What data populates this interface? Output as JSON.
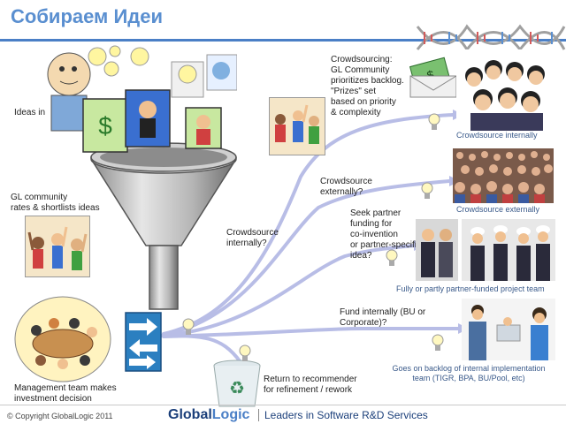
{
  "title": "Собираем Идеи",
  "labels": {
    "ideas_in": "Ideas in",
    "gl_community": "GL community\nrates & shortlists ideas",
    "management": "Management team makes\ninvestment decision",
    "crowdsourcing": "Crowdsourcing:\nGL Community\nprioritizes backlog.\n\"Prizes\" set\nbased on priority\n& complexity",
    "crowdsource_external_q": "Crowdsource\nexternally?",
    "seek_partner": "Seek partner\nfunding for\nco-invention\nor partner-specific\nidea?",
    "crowdsource_internal_q": "Crowdsource\ninternally?",
    "fund_internally": "Fund internally (BU or\nCorporate)?",
    "return": "Return to recommender\nfor refinement / rework"
  },
  "captions": {
    "crowdsource_internally": "Crowdsource internally",
    "crowdsource_externally": "Crowdsource externally",
    "partner_funded": "Fully or partly partner-funded project team",
    "backlog": "Goes on backlog of internal implementation\nteam (TIGR, BPA, BU/Pool, etc)"
  },
  "footer": {
    "copyright": "© Copyright GlobalLogic 2011",
    "logo_part1": "Global",
    "logo_part2": "Logic",
    "tagline": "Leaders in Software R&D Services"
  },
  "colors": {
    "accent": "#4a7fc6",
    "arrow": "#b8bde6",
    "dark_navy": "#1b3f7a",
    "caption": "#3a5a8a"
  }
}
